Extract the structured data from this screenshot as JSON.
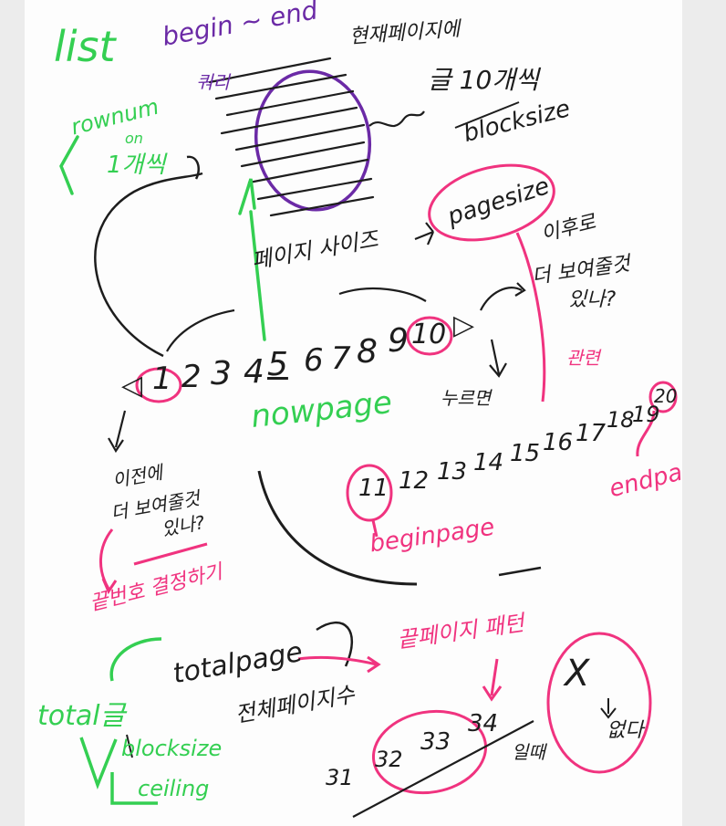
{
  "colors": {
    "green": "#34cf52",
    "purple": "#6b2aa6",
    "black": "#1d1d1d",
    "magenta": "#f0337f",
    "paper": "#fdfdfd",
    "frame": "#ececec"
  },
  "labels": {
    "list": "list",
    "begin_end": "begin ~ end",
    "query": "쿼리",
    "korean_top": "현재페이지에",
    "count": "글 10개씩",
    "blocksize_top": "blocksize",
    "rownum_line1": "rownum",
    "rownum_line2": "on",
    "rownum_line3": "1개씩",
    "page_size": "페이지 사이즈",
    "pagesize": "pagesize",
    "after": "이후로",
    "more_visible_line1": "더 보여줄것",
    "more_visible_line2": "있나?",
    "relation": "관련",
    "pressing": "누르면",
    "nowpage": "nowpage",
    "before": "이전에",
    "more_visible2_line1": "더 보여줄것",
    "more_visible2_line2": "있나?",
    "last_setting": "끝번호 결정하기",
    "begin_page": "beginpage",
    "end_page": "endpage",
    "totalpage": "totalpage",
    "total_pages": "전체페이지수",
    "end_pattern": "끝페이지 패턴",
    "total_count": "total글",
    "blocksize_bottom": "blocksize",
    "ceiling": "ceiling",
    "when": "일때",
    "x_mark": "X",
    "none": "없다"
  },
  "pager_row1": {
    "prev": "◁",
    "pages": [
      "1",
      "2",
      "3",
      "4",
      "5",
      "6",
      "7",
      "8",
      "9",
      "10"
    ],
    "next": "▷"
  },
  "pager_row2": {
    "pages": [
      "11",
      "12",
      "13",
      "14",
      "15",
      "16",
      "17",
      "18",
      "19",
      "20"
    ]
  },
  "bottom_pages": [
    "31",
    "32",
    "33",
    "34"
  ]
}
